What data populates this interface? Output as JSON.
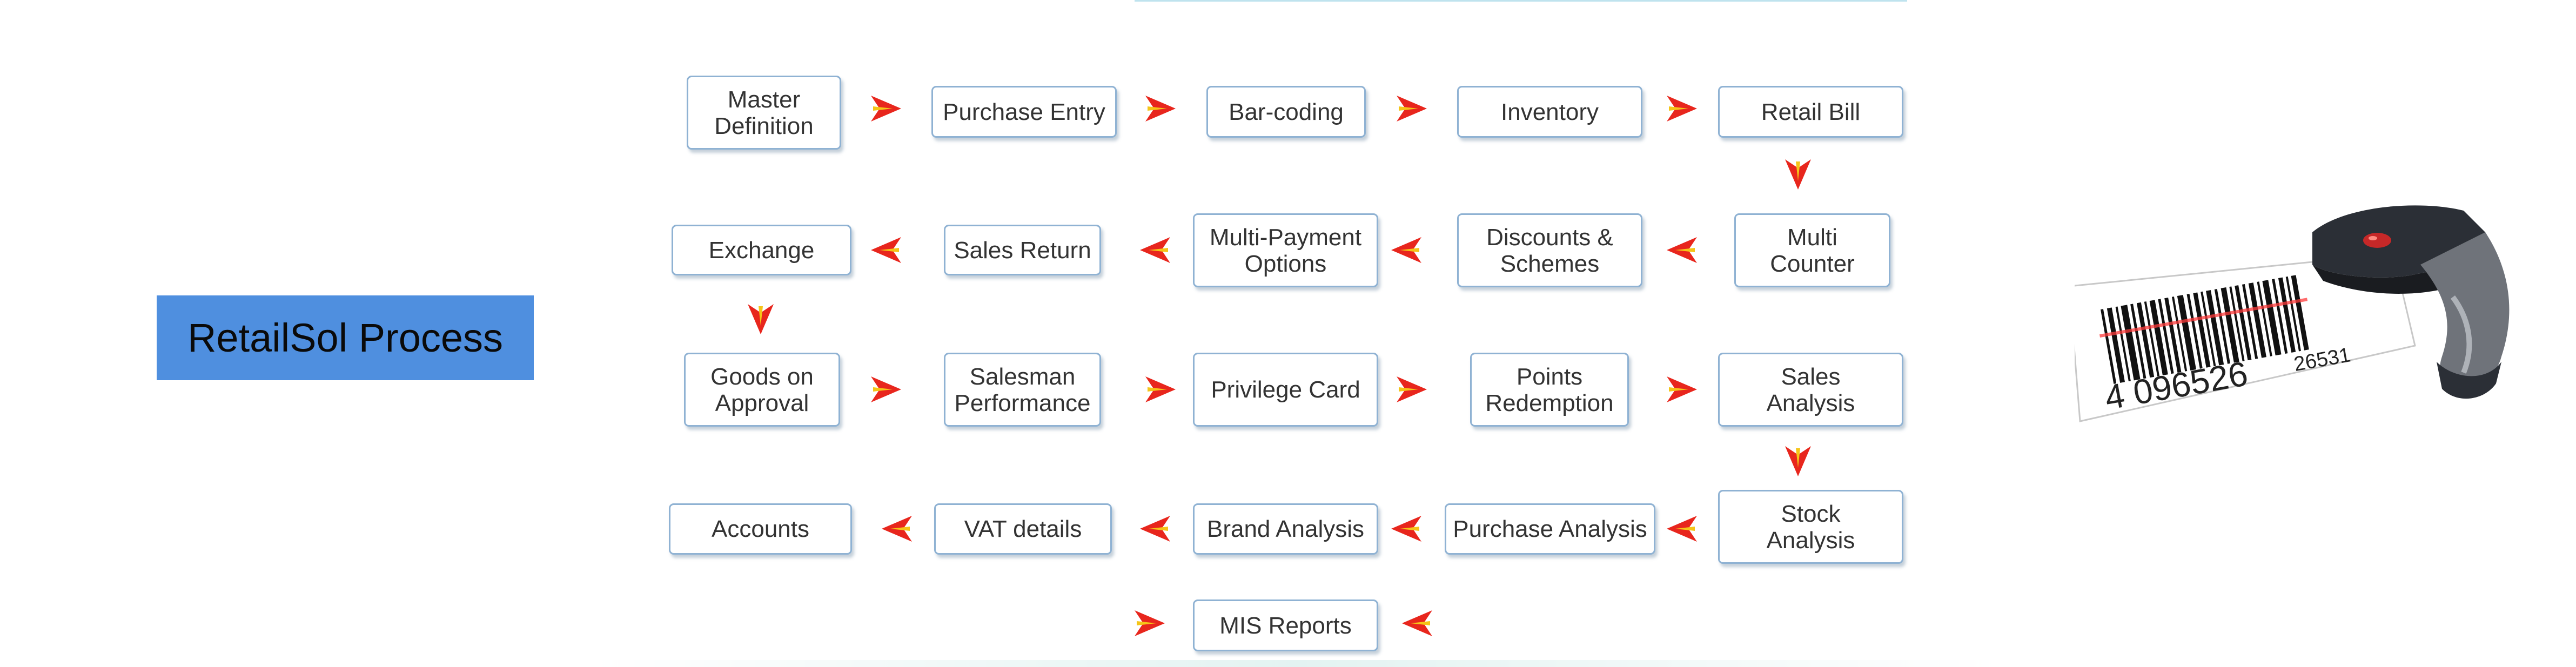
{
  "title": "RetailSol Process",
  "nodes": {
    "master_definition": "Master\nDefinition",
    "purchase_entry": "Purchase Entry",
    "bar_coding": "Bar-coding",
    "inventory": "Inventory",
    "retail_bill": "Retail Bill",
    "multi_counter": "Multi\nCounter",
    "discounts_schemes": "Discounts &\nSchemes",
    "multi_payment_options": "Multi-Payment\nOptions",
    "sales_return": "Sales Return",
    "exchange": "Exchange",
    "goods_on_approval": "Goods on\nApproval",
    "salesman_performance": "Salesman\nPerformance",
    "privilege_card": "Privilege Card",
    "points_redemption": "Points\nRedemption",
    "sales_analysis": "Sales\nAnalysis",
    "stock_analysis": "Stock\nAnalysis",
    "purchase_analysis": "Purchase Analysis",
    "brand_analysis": "Brand Analysis",
    "vat_details": "VAT details",
    "accounts": "Accounts",
    "mis_reports": "MIS Reports"
  },
  "barcode": {
    "digits_main": "4  096526",
    "digits_small": "26531"
  },
  "colors": {
    "title_bg": "#4f8fdf",
    "node_border": "#8fb2d3",
    "arrow_red": "#e8261d",
    "arrow_yellow": "#f5c518",
    "node_text": "#333333"
  },
  "icons": {
    "arrow": "red-yellow-chevron-arrow",
    "scanner": "barcode-scanner-illustration"
  }
}
